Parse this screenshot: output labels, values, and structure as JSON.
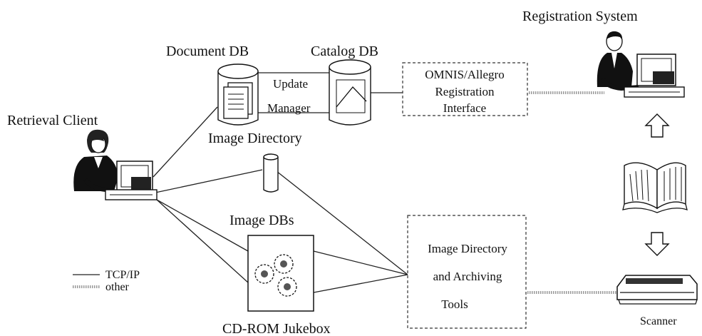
{
  "nodes": {
    "registration_system": "Registration System",
    "document_db": "Document DB",
    "catalog_db": "Catalog DB",
    "update_manager": [
      "Update",
      "Manager"
    ],
    "registration_interface": [
      "OMNIS/Allegro",
      "Registration",
      "Interface"
    ],
    "retrieval_client": "Retrieval Client",
    "image_directory": "Image Directory",
    "image_dbs": "Image DBs",
    "archiving_tools": [
      "Image Directory",
      "and Archiving",
      "Tools"
    ],
    "cdrom_jukebox": "CD-ROM Jukebox",
    "scanner": "Scanner"
  },
  "legend": {
    "tcpip": "TCP/IP",
    "other": "other"
  }
}
